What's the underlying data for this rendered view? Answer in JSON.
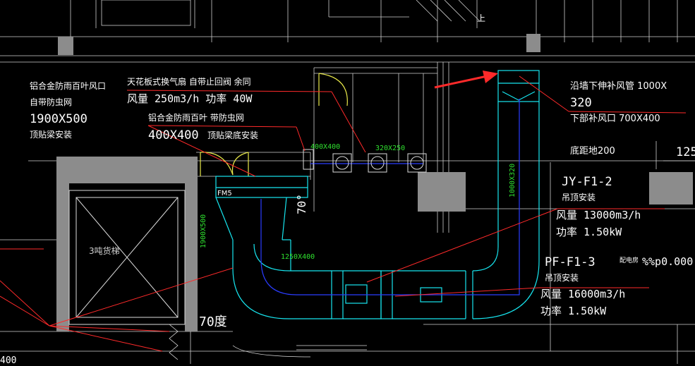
{
  "colors": {
    "background": "#000000",
    "duct": "#17e6f0",
    "duct_center": "#2a3cff",
    "leader": "#ff2a2a",
    "wall": "#8c8c8c",
    "dim_text": "#2fe02f",
    "door": "#e8e84a",
    "text": "#ffffff"
  },
  "labels": {
    "louver_left_1": "铝合金防雨百叶风口",
    "louver_left_2": "自带防虫网",
    "louver_left_size": "1900X500",
    "louver_left_install": "顶贴梁安装",
    "fan_title": "天花板式换气扇  自带止回阀    余同",
    "fan_flow": "风量 250m3/h  功率 40W",
    "louver_mid_1": "铝合金防雨百叶  带防虫网",
    "louver_mid_size": "400X400",
    "louver_mid_install": "顶贴梁底安装",
    "dim_400x400": "400X400",
    "dim_320x250": "320X250",
    "dim_1000x320": "1000X320",
    "dim_1900x500": "1900X500",
    "dim_1250x400": "1250X400",
    "fm_label": "FM5",
    "angle_70": "70°",
    "angle_70_bottom": "70度",
    "elevator": "3吨货梯",
    "right_pipe_1": "沿墙下伸补风管 1000X",
    "right_pipe_2": "320",
    "right_outlet": "下部补风口 700X400",
    "right_bottom_dist": "底距地200",
    "right_edge_num": "125",
    "jy_id": "JY-F1-2",
    "jy_install": "吊顶安装",
    "jy_flow": "风量 13000m3/h",
    "jy_power": "功率 1.50kW",
    "pf_id": "PF-F1-3",
    "pf_note": "配电房",
    "pf_pct": "%%p0.000",
    "pf_install": "吊顶安装",
    "pf_flow": "风量 16000m3/h",
    "pf_power": "功率 1.50kW",
    "bottom_left": "400",
    "top_right_mark": "上"
  }
}
